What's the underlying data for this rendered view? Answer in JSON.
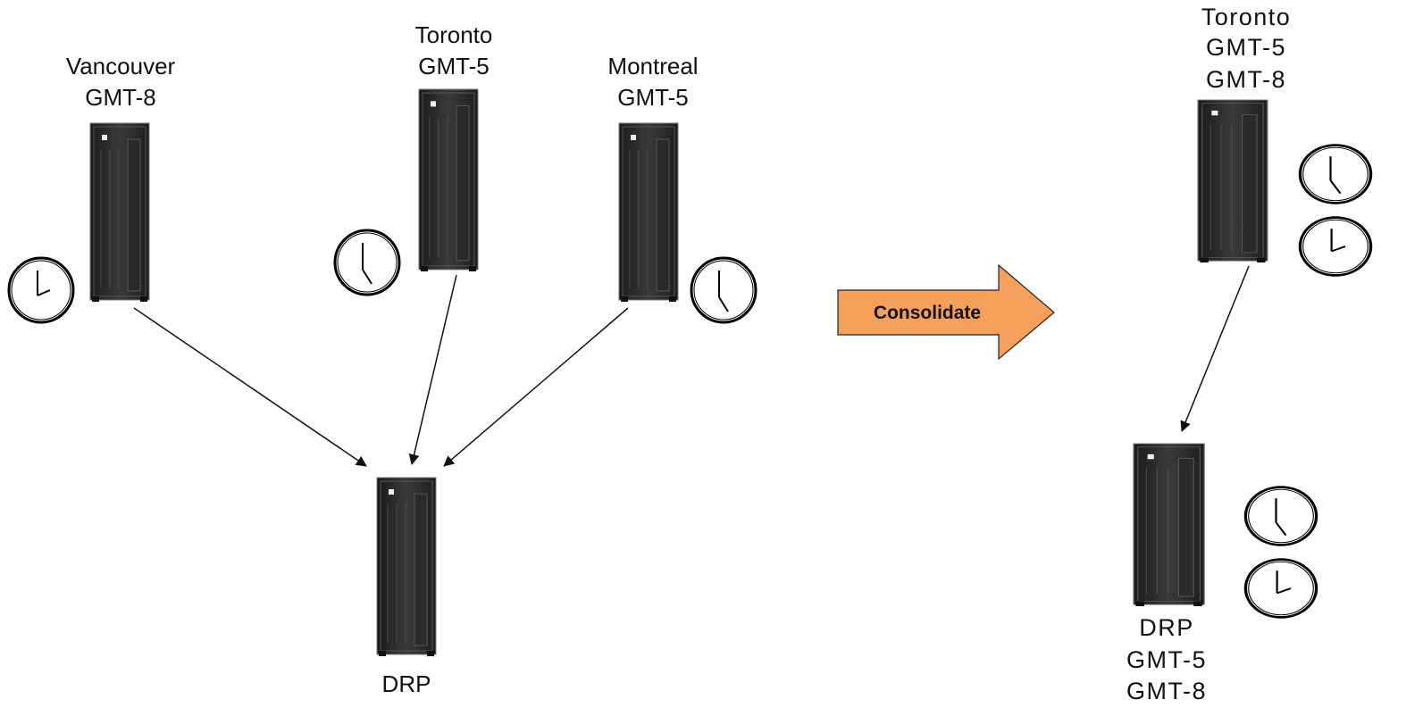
{
  "left": {
    "vancouver": {
      "city": "Vancouver",
      "tz": "GMT-8"
    },
    "toronto": {
      "city": "Toronto",
      "tz": "GMT-5"
    },
    "montreal": {
      "city": "Montreal",
      "tz": "GMT-5"
    },
    "drp": {
      "city": "DRP"
    }
  },
  "consolidate": {
    "label": "Consolidate",
    "color": "#F5A05A"
  },
  "right": {
    "toronto": {
      "city": "Toronto",
      "tz1": "GMT-5",
      "tz2": "GMT-8"
    },
    "drp": {
      "city": "DRP",
      "tz1": "GMT-5",
      "tz2": "GMT-8"
    }
  },
  "colors": {
    "server_body": "#2a2a2a",
    "server_panel": "#3c3c3c",
    "line": "#111111"
  }
}
